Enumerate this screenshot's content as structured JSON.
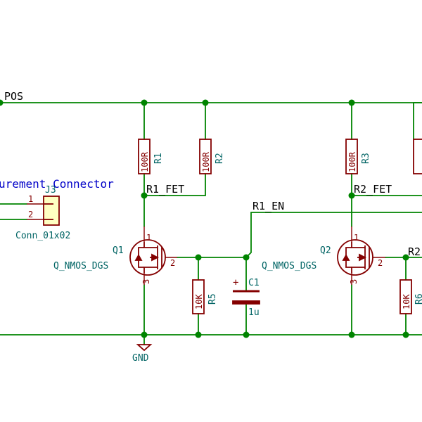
{
  "nets": {
    "top_rail": "POS",
    "r1_fet": "R1_FET",
    "r2_fet": "R2_FET",
    "r1_en": "R1_EN",
    "r2_partial": "R2"
  },
  "note": "urement Connector",
  "resistors": [
    {
      "ref": "R1",
      "value": "100R"
    },
    {
      "ref": "R2",
      "value": "100R"
    },
    {
      "ref": "R3",
      "value": "100R"
    },
    {
      "ref": "R5",
      "value": "10K"
    },
    {
      "ref": "R6",
      "value": "10K"
    }
  ],
  "transistors": [
    {
      "ref": "Q1",
      "value": "Q_NMOS_DGS",
      "pins": [
        "1",
        "2",
        "3"
      ]
    },
    {
      "ref": "Q2",
      "value": "Q_NMOS_DGS",
      "pins": [
        "1",
        "2",
        "3"
      ]
    }
  ],
  "capacitor": {
    "ref": "C1",
    "value": "1u",
    "polarity": "+"
  },
  "connector": {
    "ref": "J3",
    "value": "Conn_01x02",
    "pins": [
      "1",
      "2"
    ]
  },
  "ground": {
    "label": "GND"
  },
  "colors": {
    "wire": "#008400",
    "component": "#840000",
    "reference": "#006464",
    "note": "#0000c8",
    "connector_fill": "#ffffc2"
  }
}
